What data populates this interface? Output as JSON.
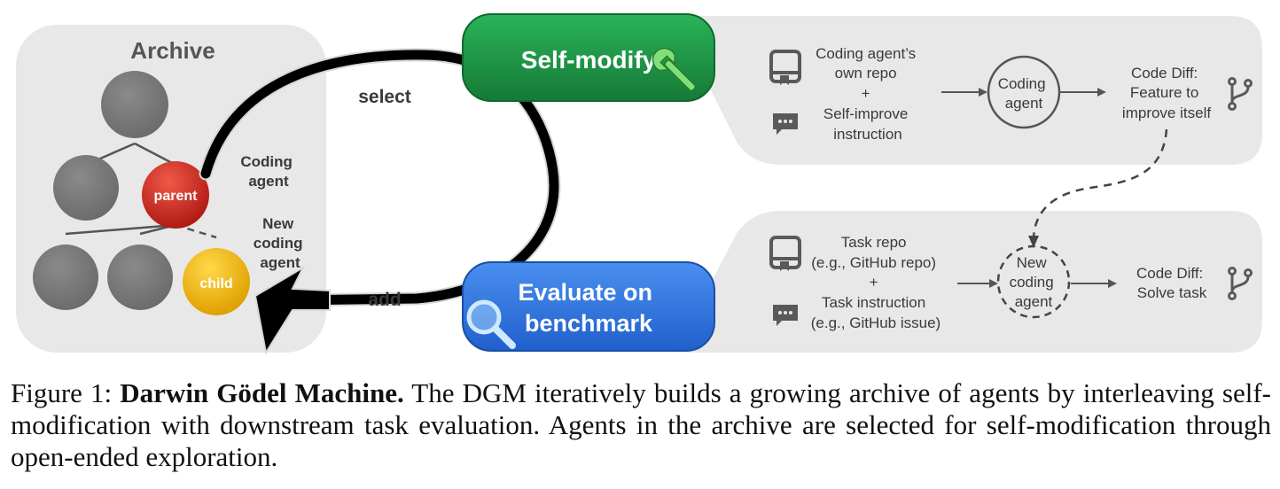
{
  "archive": {
    "title": "Archive",
    "parent_label": "parent",
    "child_label": "child"
  },
  "loop": {
    "select_label": "select",
    "add_label": "add",
    "coding_agent_line1": "Coding",
    "coding_agent_line2": "agent",
    "new_agent_line1": "New",
    "new_agent_line2": "coding",
    "new_agent_line3": "agent"
  },
  "buttons": {
    "self_modify": "Self-modify",
    "evaluate_line1": "Evaluate on",
    "evaluate_line2": "benchmark"
  },
  "top_panel": {
    "repo_line1": "Coding agent’s",
    "repo_line2": "own repo",
    "plus": "+",
    "instr_line1": "Self-improve",
    "instr_line2": "instruction",
    "agent_line1": "Coding",
    "agent_line2": "agent",
    "diff_line1": "Code Diff:",
    "diff_line2": "Feature to",
    "diff_line3": "improve itself"
  },
  "bottom_panel": {
    "repo_line1": "Task repo",
    "repo_line2": "(e.g., GitHub repo)",
    "plus": "+",
    "instr_line1": "Task instruction",
    "instr_line2": "(e.g., GitHub issue)",
    "agent_line1": "New",
    "agent_line2": "coding",
    "agent_line3": "agent",
    "diff_line1": "Code Diff:",
    "diff_line2": "Solve task"
  },
  "caption": {
    "prefix": "Figure 1: ",
    "bold": "Darwin Gödel Machine.",
    "text": " The DGM iteratively builds a growing archive of agents by interleaving self-modification with downstream task evaluation. Agents in the archive are selected for self-modification through open-ended exploration."
  },
  "colors": {
    "panel_bg": "#e8e8e8",
    "node_gray": "#7a7a7a",
    "parent_red": "#c8221c",
    "child_yellow": "#f0b400",
    "self_modify_green": "#1e9a48",
    "evaluate_blue": "#2f73e0",
    "icon_gray": "#595959"
  },
  "icons": [
    "repo-icon",
    "chat-icon",
    "git-branch-icon",
    "wrench-icon",
    "magnifier-icon"
  ]
}
